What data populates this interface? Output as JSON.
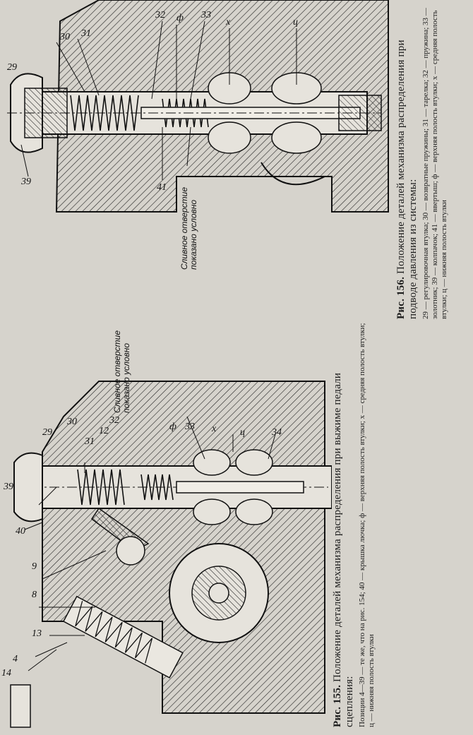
{
  "fig156": {
    "labels": [
      "29",
      "30",
      "31",
      "32",
      "ф",
      "33",
      "х",
      "ц",
      "39",
      "41"
    ],
    "drain_note_line1": "Сливное отверстие",
    "drain_note_line2": "показано условно",
    "caption_prefix": "Рис. 156.",
    "caption_title": "Положение деталей механизма распределения при подводе давления из системы:",
    "caption_body": "29 — регулировочная втулка; 30 — возвратные пружины; 31 — тарелка; 32 — пружина; 33 — золотник; 39 — колпачок; 41 — ввертыш; ф — верхняя полость втулки; х — средняя полость втулки; ц — нижняя полость втулки"
  },
  "fig155": {
    "labels": [
      "14",
      "4",
      "13",
      "8",
      "9",
      "40",
      "39",
      "29",
      "30",
      "31",
      "12",
      "32",
      "ф",
      "33",
      "х",
      "ц",
      "34"
    ],
    "drain_note_line1": "Сливное отверстие",
    "drain_note_line2": "показано условно",
    "caption_prefix": "Рис. 155.",
    "caption_title": "Положение деталей механизма распределения при выжиме педали сцепления:",
    "caption_body": "Позиции 4—39 — те же, что на рис. 154; 40 — крышка лючка; ф — верхняя полость втулки; х — средняя полость втулки; ц — нижняя полость втулки"
  },
  "colors": {
    "paper": "#d6d3cc",
    "ink": "#1c1c1c"
  }
}
